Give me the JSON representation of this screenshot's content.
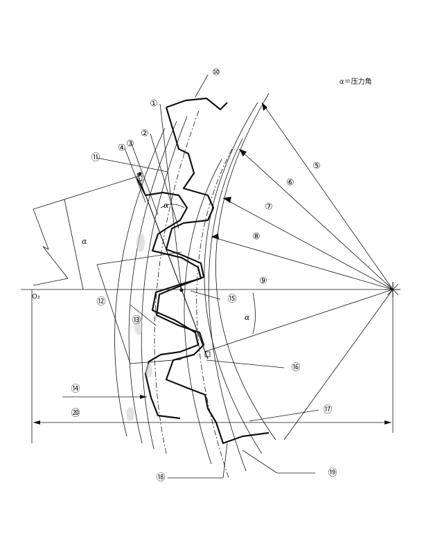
{
  "legend": {
    "text": "α＝压力角"
  },
  "origin_label": "O₂",
  "alpha_symbol": "α",
  "callouts": [
    "①",
    "②",
    "③",
    "④",
    "⑤",
    "⑥",
    "⑦",
    "⑧",
    "⑨",
    "⑩",
    "⑪",
    "⑫",
    "⑬",
    "⑭",
    "⑮",
    "⑯",
    "⑰",
    "⑱",
    "⑲",
    "⑳"
  ]
}
